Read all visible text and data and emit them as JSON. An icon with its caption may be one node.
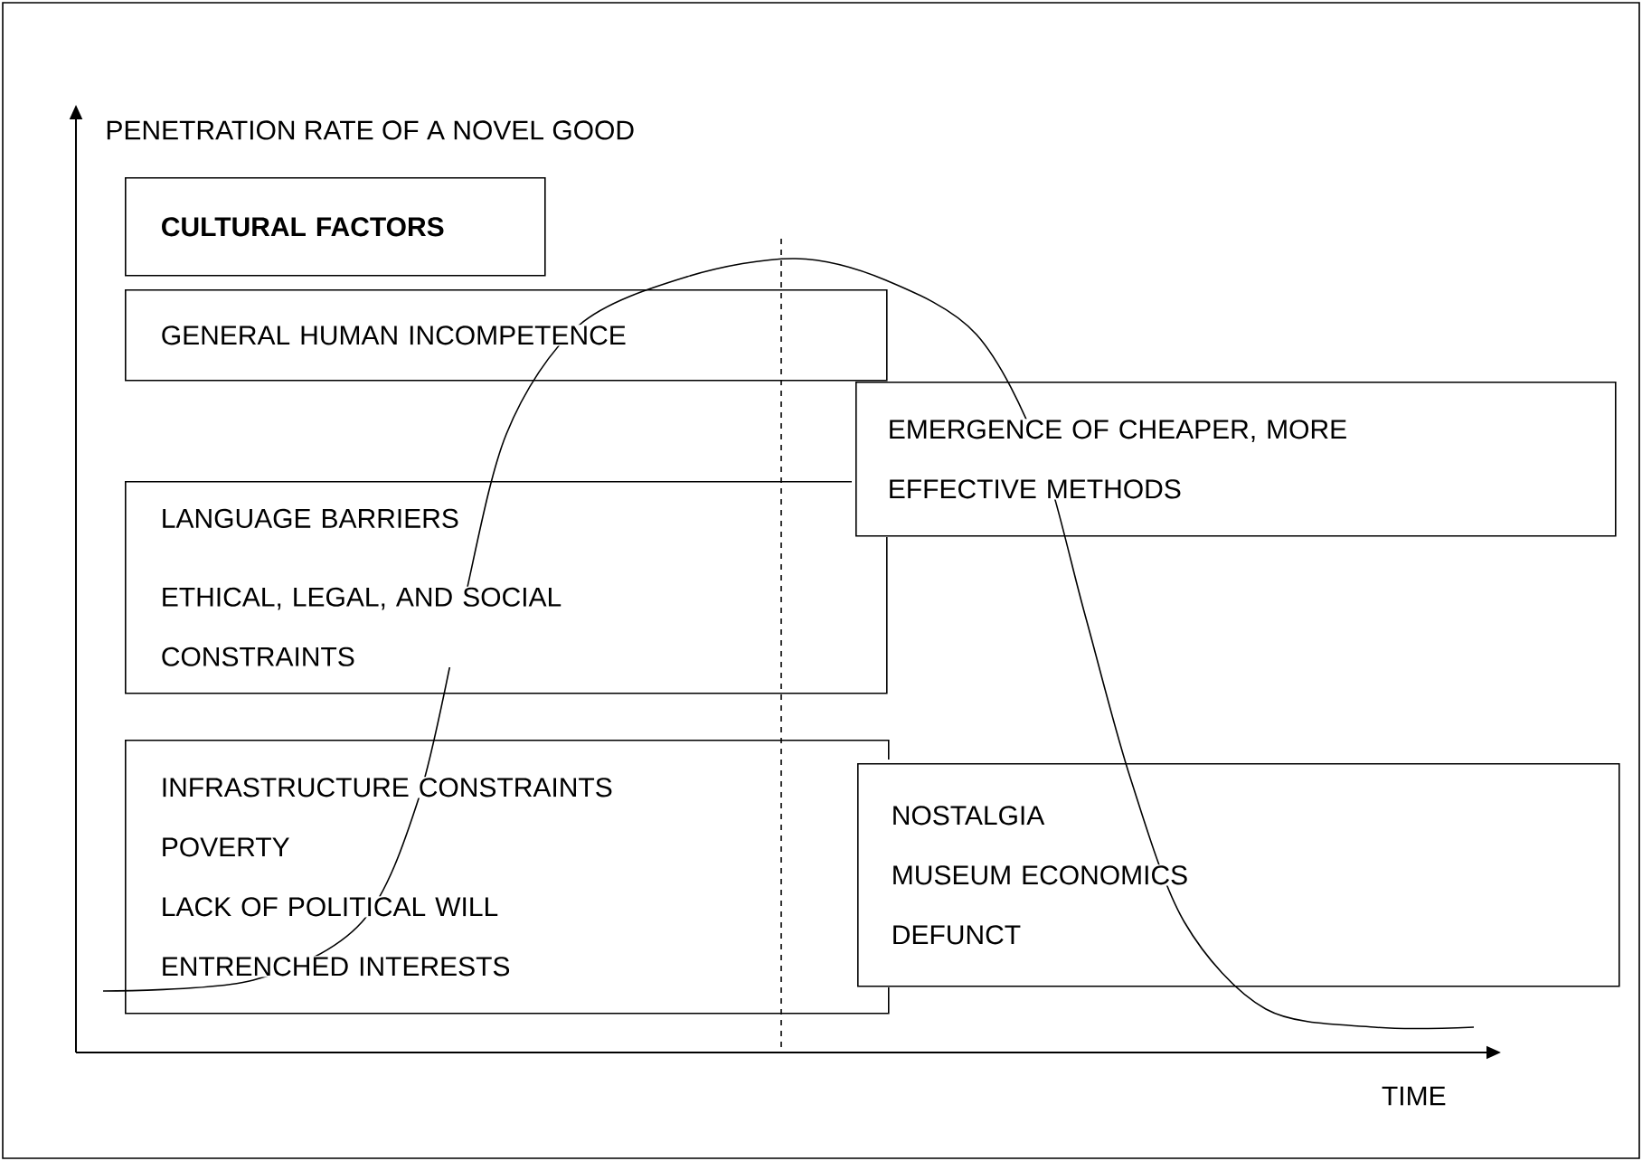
{
  "diagram": {
    "nodes": [
      {
        "text": [
          "CULTURAL FACTORS"
        ]
      },
      {
        "text": [
          "GENERAL HUMAN INCOMPETENCE"
        ]
      },
      {
        "text": [
          "EMERGENCE OF CHEAPER, MORE EFFECTIVE METHODS"
        ]
      },
      {
        "text": [
          "LANGUAGE BARRIERS",
          "ETHICAL, LEGAL, AND SOCIAL CONSTRAINTS"
        ]
      },
      {
        "text": [
          "INFRASTRUCTURE CONSTRAINTS",
          "POVERTY",
          "LACK OF POLITICAL WILL",
          "ENTRENCHED INTERESTS"
        ]
      },
      {
        "text": [
          "NOSTALGIA",
          "MUSEUM ECONOMICS",
          "DEFUNCT"
        ]
      }
    ],
    "labels": [
      "PENETRATION RATE OF A NOVEL GOOD",
      "TIME"
    ]
  }
}
